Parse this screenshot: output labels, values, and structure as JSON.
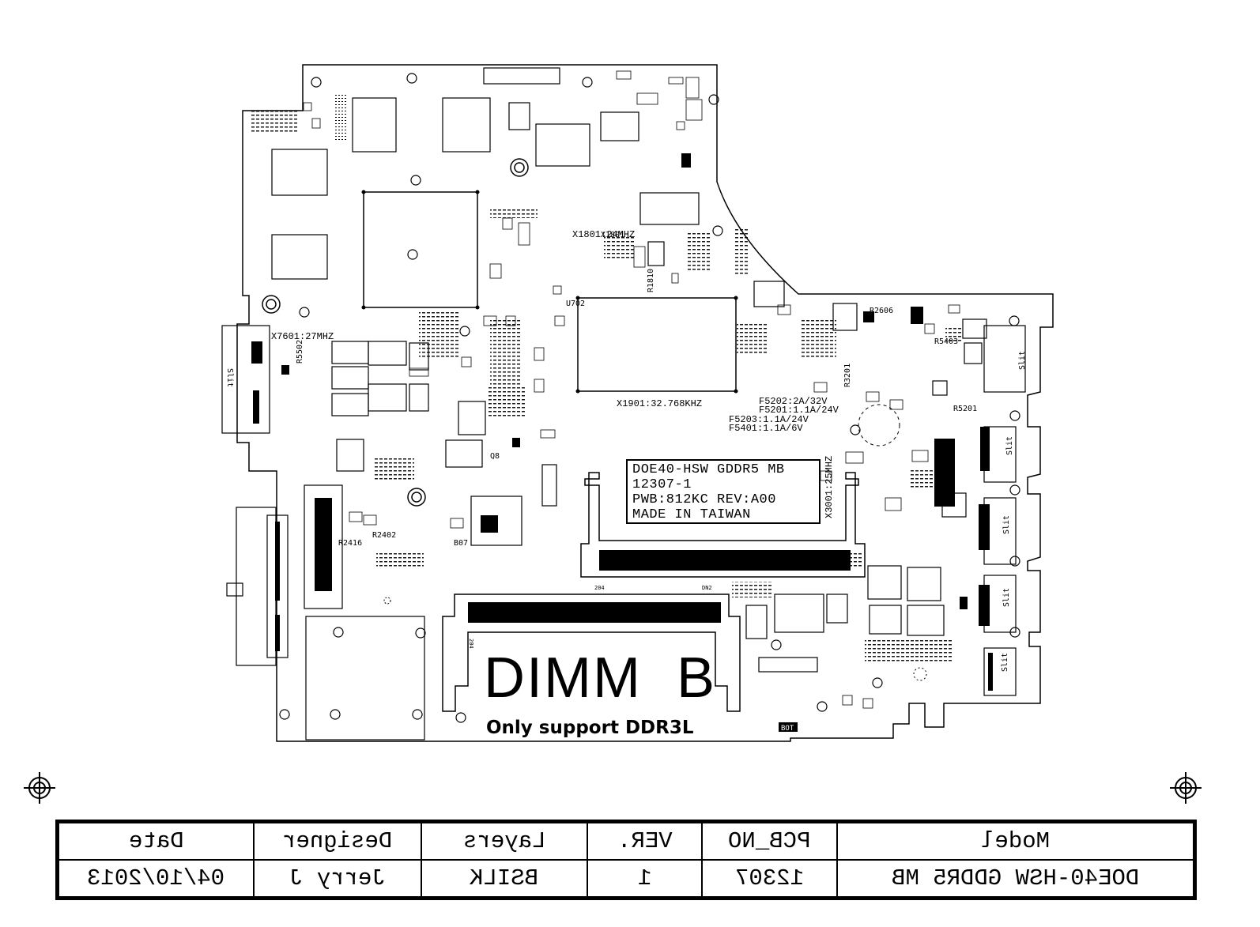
{
  "board": {
    "label_lines": [
      "DOE40-HSW GDDR5 MB",
      "12307-1",
      "PWB:812KC REV:A00",
      "MADE IN TAIWAN"
    ],
    "dimm_title": "DIMM  B",
    "dimm_note": "Only support DDR3L",
    "crystal_labels": {
      "x1801": "X1801:24MHZ",
      "x7601": "X7601:27MHZ",
      "x1901": "X1901:32.768KHZ",
      "x3001": "X3001:25MHZ"
    },
    "fuse_labels": [
      "F5202:2A/32V",
      "F5201:1.1A/24V",
      "F5203:1.1A/24V",
      "F5401:1.1A/6V"
    ],
    "slit_labels": [
      "Slit",
      "Slit",
      "Slit",
      "Slit",
      "Slit",
      "Slit"
    ],
    "slot_pins": {
      "pin204_top": "204",
      "pin204_bottom": "204",
      "dn2": "DN2"
    },
    "ref_misc": [
      "R5502",
      "R2402",
      "R2416",
      "R5403",
      "R2606",
      "R5201",
      "Q8",
      "B07",
      "U702",
      "X1801",
      "R1810",
      "R3201"
    ]
  },
  "title_block": {
    "headers": [
      "Date",
      "Designer",
      "Layers",
      "VER.",
      "PCB_NO",
      "Model"
    ],
    "values": [
      "04/10/2013",
      "Jerry J",
      "BSILK",
      "1",
      "12307",
      "DOE40-HSW GDDR5 MB"
    ]
  }
}
